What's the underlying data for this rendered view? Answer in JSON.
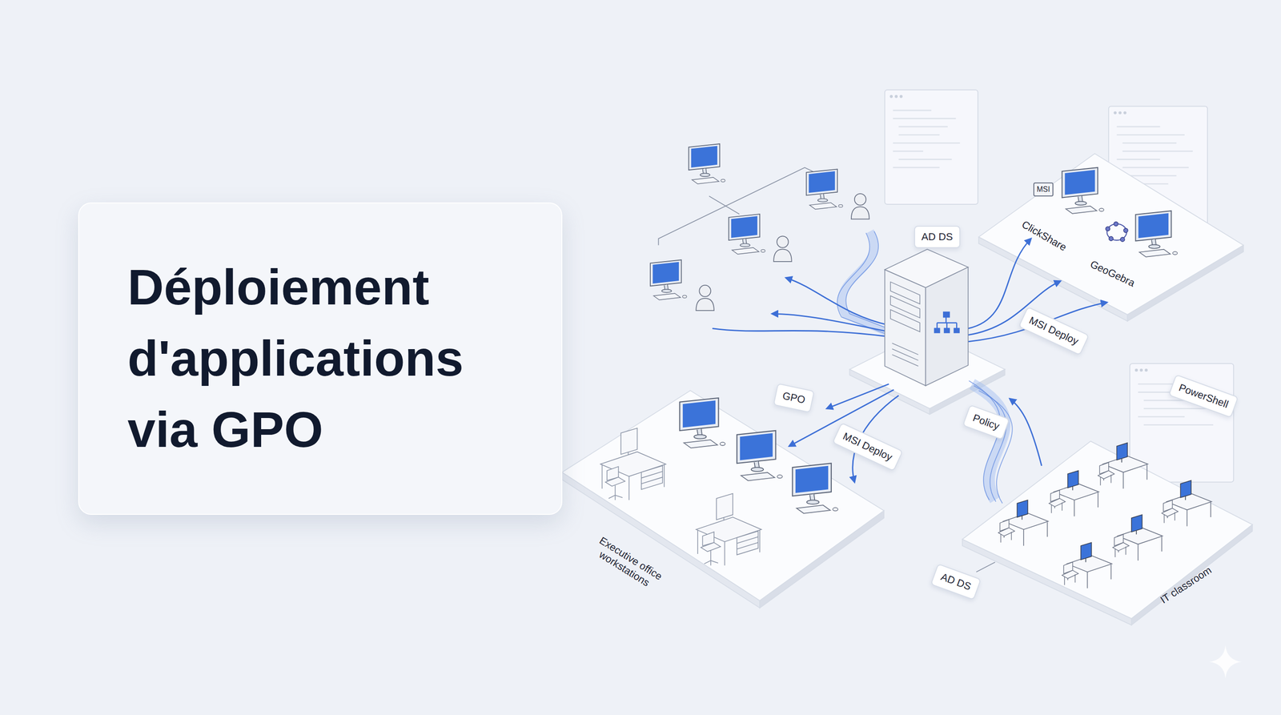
{
  "diagram": {
    "title": "Déploiement d'applications via GPO",
    "nodes": [
      {
        "text": [
          "MSI"
        ]
      },
      {
        "text": [
          "AD DS"
        ]
      },
      {
        "text": [
          "MSI Deploy"
        ]
      },
      {
        "text": [
          "PowerShell"
        ]
      },
      {
        "text": [
          "GPO"
        ]
      },
      {
        "text": [
          "Policy"
        ]
      },
      {
        "text": [
          "MSI Deploy"
        ]
      },
      {
        "text": [
          "AD DS"
        ]
      }
    ],
    "labels": [
      "ClickShare",
      "GeoGebra",
      "Executive office workstations",
      "IT classroom"
    ]
  }
}
